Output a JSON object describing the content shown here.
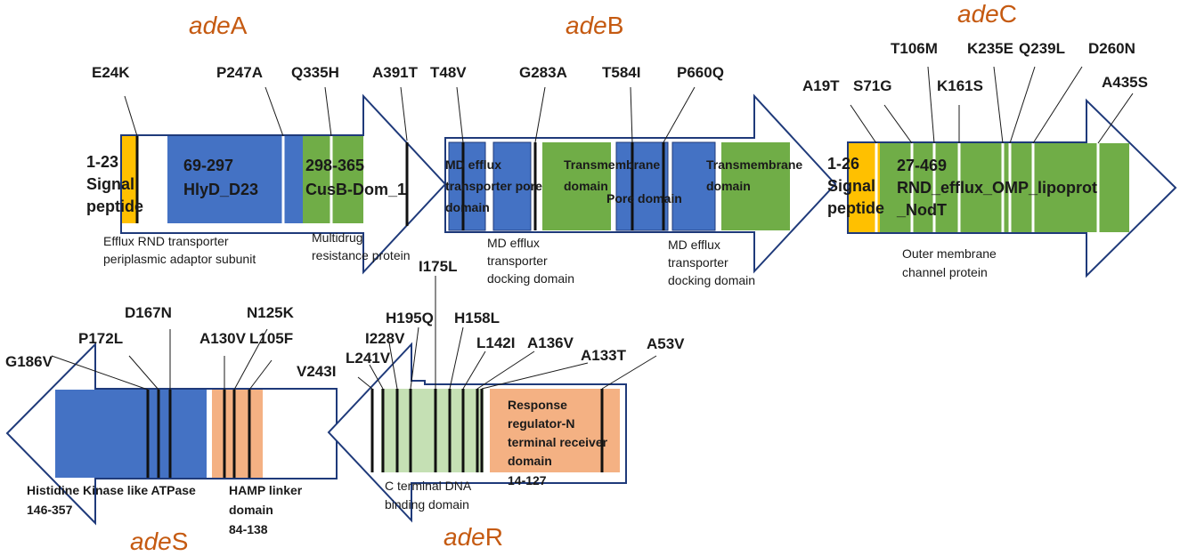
{
  "genes": {
    "adeA": {
      "prefix": "ade",
      "suffix": "A"
    },
    "adeB": {
      "prefix": "ade",
      "suffix": "B"
    },
    "adeC": {
      "prefix": "ade",
      "suffix": "C"
    },
    "adeS": {
      "prefix": "ade",
      "suffix": "S"
    },
    "adeR": {
      "prefix": "ade",
      "suffix": "R"
    }
  },
  "colors": {
    "signal_peptide": "#ffc000",
    "blue_domain": "#4472c4",
    "green_domain": "#70ad47",
    "orange_domain": "#f4b183",
    "light_green_domain": "#c5e0b4",
    "arrow_outline": "#1f3a7a",
    "gene_label": "#c55a11"
  },
  "adeA": {
    "mutations": [
      "E24K",
      "P247A",
      "Q335H",
      "A391T"
    ],
    "signal": {
      "range": "1-23",
      "line1": "Signal",
      "line2": "peptide"
    },
    "hlyd": {
      "range": "69-297",
      "name": "HlyD_D23"
    },
    "cusb": {
      "range": "298-365",
      "name": "CusB-Dom_1"
    },
    "note1": {
      "line1": "Efflux RND transporter",
      "line2": "periplasmic adaptor subunit"
    },
    "note2": {
      "line1": "Multidrug",
      "line2": "resistance protein"
    }
  },
  "adeB": {
    "mutations": [
      "T48V",
      "G283A",
      "T584I",
      "P660Q"
    ],
    "domain1": {
      "line1": "MD efflux",
      "line2": "transporter pore",
      "line3": "domain"
    },
    "domain2": {
      "line1": "Transmembrane",
      "line2": "domain"
    },
    "domain3": {
      "line1": "Pore domain"
    },
    "domain4": {
      "line1": "Transmembrane",
      "line2": "domain"
    },
    "note1": {
      "line1": "MD efflux",
      "line2": "transporter",
      "line3": "docking domain"
    },
    "note2": {
      "line1": "MD efflux",
      "line2": "transporter",
      "line3": "docking domain"
    }
  },
  "adeC": {
    "mutations": [
      "A19T",
      "S71G",
      "T106M",
      "K161S",
      "K235E",
      "Q239L",
      "D260N",
      "A435S"
    ],
    "signal": {
      "range": "1-26",
      "line1": "Signal",
      "line2": "peptide"
    },
    "rnd": {
      "range": "27-469",
      "line1": "RND_efflux_OMP_lipoprot",
      "line2": "_NodT"
    },
    "note": {
      "line1": "Outer membrane",
      "line2": "channel protein"
    }
  },
  "adeS": {
    "mutations": [
      "G186V",
      "P172L",
      "D167N",
      "N125K",
      "A130V",
      "L105F"
    ],
    "note1": {
      "line1": "Histidine Kinase like ATPase",
      "line2": "146-357"
    },
    "note2": {
      "line1": "HAMP linker",
      "line2": "domain",
      "line3": "84-138"
    }
  },
  "adeR": {
    "mutations": [
      "I175L",
      "H195Q",
      "H158L",
      "I228V",
      "L142I",
      "A136V",
      "L241V",
      "V243I",
      "A133T",
      "A53V"
    ],
    "response": {
      "line1": "Response",
      "line2": "regulator-N",
      "line3": "terminal receiver",
      "line4": "domain",
      "range": "14-127"
    },
    "note": {
      "line1": "C terminal DNA",
      "line2": "binding domain"
    }
  }
}
